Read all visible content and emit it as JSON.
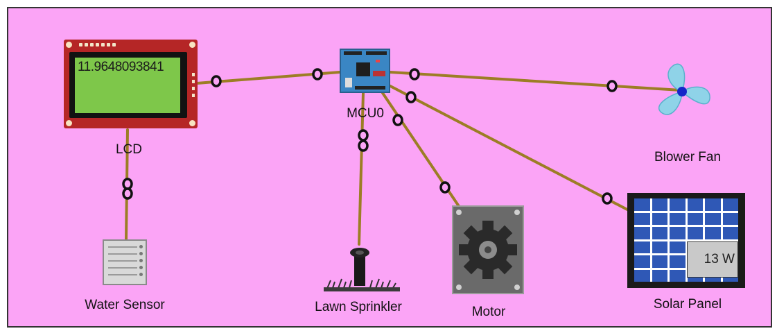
{
  "devices": {
    "lcd": {
      "label": "LCD",
      "reading": "11.9648093841"
    },
    "mcu": {
      "label": "MCU0"
    },
    "fan": {
      "label": "Blower Fan"
    },
    "water_sensor": {
      "label": "Water Sensor"
    },
    "lawn_sprinkler": {
      "label": "Lawn Sprinkler"
    },
    "motor": {
      "label": "Motor"
    },
    "solar_panel": {
      "label": "Solar Panel",
      "reading": "13 W"
    }
  },
  "colors": {
    "background": "#fba4f6",
    "wire": "#9c7d25",
    "lcd_body": "#b52626",
    "lcd_screen": "#7ec74a",
    "mcu_board": "#3a86c4",
    "fan_blade": "#8fd3e8",
    "solar_cell": "#2f58b6"
  },
  "icons": [
    "lcd-display-icon",
    "mcu-board-icon",
    "blower-fan-icon",
    "water-sensor-icon",
    "lawn-sprinkler-icon",
    "motor-gear-icon",
    "solar-panel-icon",
    "wire-connector-icon"
  ]
}
